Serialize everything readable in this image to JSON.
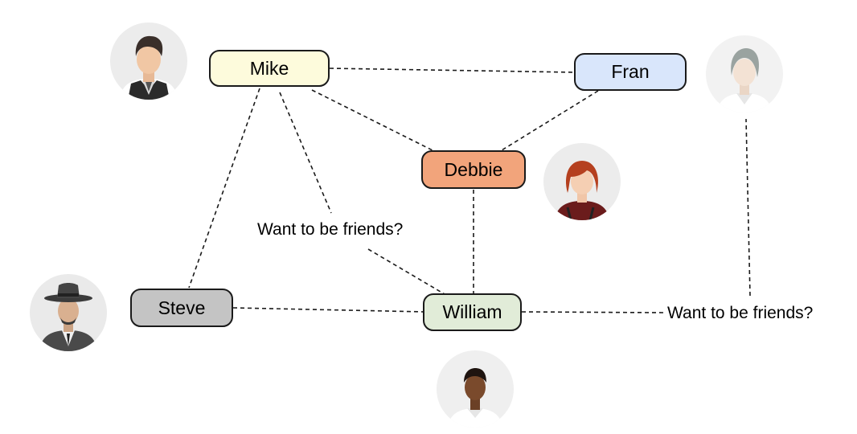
{
  "diagram": {
    "nodes": {
      "mike": {
        "label": "Mike",
        "fill": "#fdfbdc"
      },
      "fran": {
        "label": "Fran",
        "fill": "#d9e6fb"
      },
      "debbie": {
        "label": "Debbie",
        "fill": "#f2a47b"
      },
      "steve": {
        "label": "Steve",
        "fill": "#c4c4c4"
      },
      "william": {
        "label": "William",
        "fill": "#e1ecd8"
      }
    },
    "edge_labels": {
      "mike_william": "Want to be friends?",
      "william_fran": "Want to be friends?"
    },
    "edges": [
      [
        "Mike",
        "Fran"
      ],
      [
        "Mike",
        "Debbie"
      ],
      [
        "Fran",
        "Debbie"
      ],
      [
        "Mike",
        "Steve"
      ],
      [
        "Mike",
        "William"
      ],
      [
        "Debbie",
        "William"
      ],
      [
        "Steve",
        "William"
      ],
      [
        "William",
        "Fran"
      ]
    ],
    "avatars": {
      "mike": "man-in-vest-avatar-icon",
      "fran": "woman-gray-hair-avatar-icon",
      "debbie": "woman-red-hair-avatar-icon",
      "steve": "man-in-fedora-avatar-icon",
      "william": "man-dark-skin-avatar-icon"
    },
    "line_color": "#1a1a1a"
  }
}
